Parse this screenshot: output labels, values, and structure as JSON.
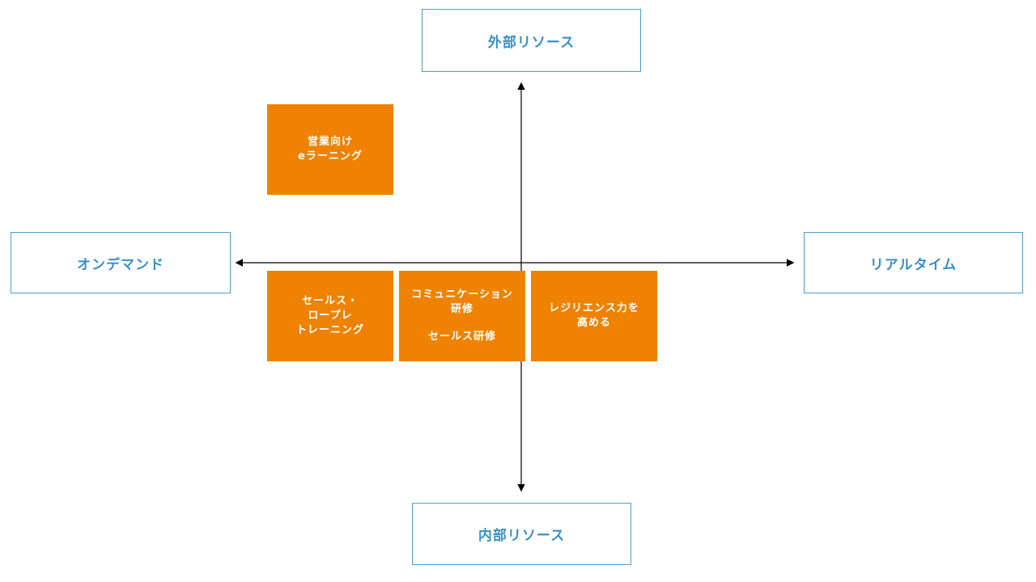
{
  "axes": {
    "top": "外部リソース",
    "bottom": "内部リソース",
    "left": "オンデマンド",
    "right": "リアルタイム"
  },
  "cards": {
    "elearning": {
      "line1": "営業向け",
      "line2": "eラーニング"
    },
    "roleplay": {
      "line1": "セールス・",
      "line2": "ロープレ",
      "line3": "トレーニング"
    },
    "communication": {
      "line1": "コミュニケーション",
      "line2": "研修",
      "line3": "セールス研修"
    },
    "resilience": {
      "line1": "レジリエンス力を",
      "line2": "高める"
    }
  },
  "colors": {
    "card_fill": "#ef8200",
    "axis_border": "#4a9fd0",
    "axis_text": "#3a8fc6",
    "arrow": "#000000"
  }
}
